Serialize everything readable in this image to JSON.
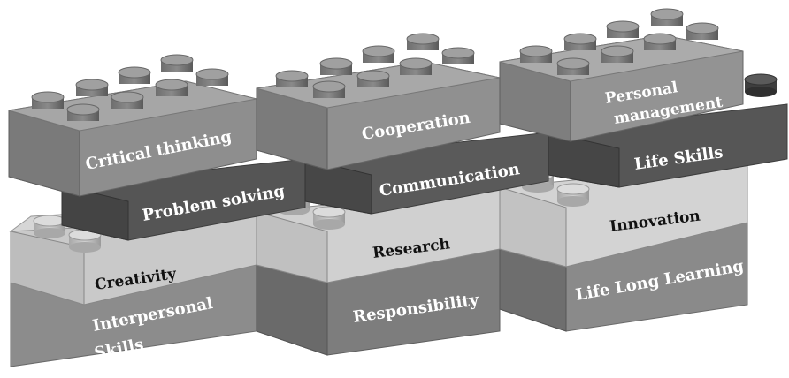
{
  "bricks": {
    "critical_thinking": "Critical thinking",
    "cooperation": "Cooperation",
    "personal_management_line1": "Personal",
    "personal_management_line2": "management",
    "problem_solving": "Problem solving",
    "communication": "Communication",
    "life_skills": "Life Skills",
    "creativity": "Creativity",
    "research": "Research",
    "innovation": "Innovation",
    "interpersonal_skills_line1": "Interpersonal",
    "interpersonal_skills_line2": "Skills",
    "responsibility": "Responsibility",
    "life_long_learning": "Life Long Learning"
  }
}
